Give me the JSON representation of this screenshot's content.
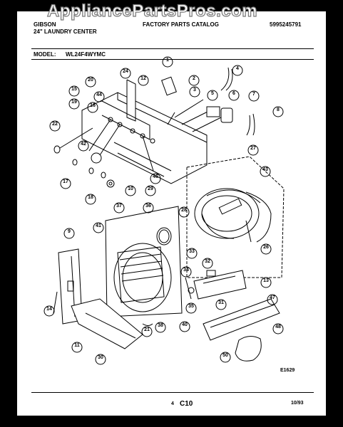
{
  "watermark": "AppliancePartsPros.com",
  "header": {
    "brand": "GIBSON",
    "product": "24\" LAUNDRY CENTER",
    "catalog": "FACTORY PARTS CATALOG",
    "part_number": "5995245791",
    "model_label": "MODEL:",
    "model": "WL24F4WYMC"
  },
  "footer": {
    "left": "4",
    "page": "C10",
    "date": "10/93",
    "figure": "E1629"
  },
  "callouts": [
    "1",
    "2",
    "3",
    "4",
    "5",
    "6",
    "7",
    "8",
    "9",
    "10",
    "11",
    "12",
    "13",
    "14",
    "15",
    "16",
    "17",
    "18",
    "19",
    "20",
    "21",
    "22",
    "24",
    "26",
    "27",
    "28",
    "29",
    "30",
    "31",
    "32",
    "33",
    "34",
    "35",
    "36",
    "37",
    "38",
    "40",
    "41",
    "42",
    "43",
    "44",
    "46",
    "47",
    "48",
    "50"
  ]
}
